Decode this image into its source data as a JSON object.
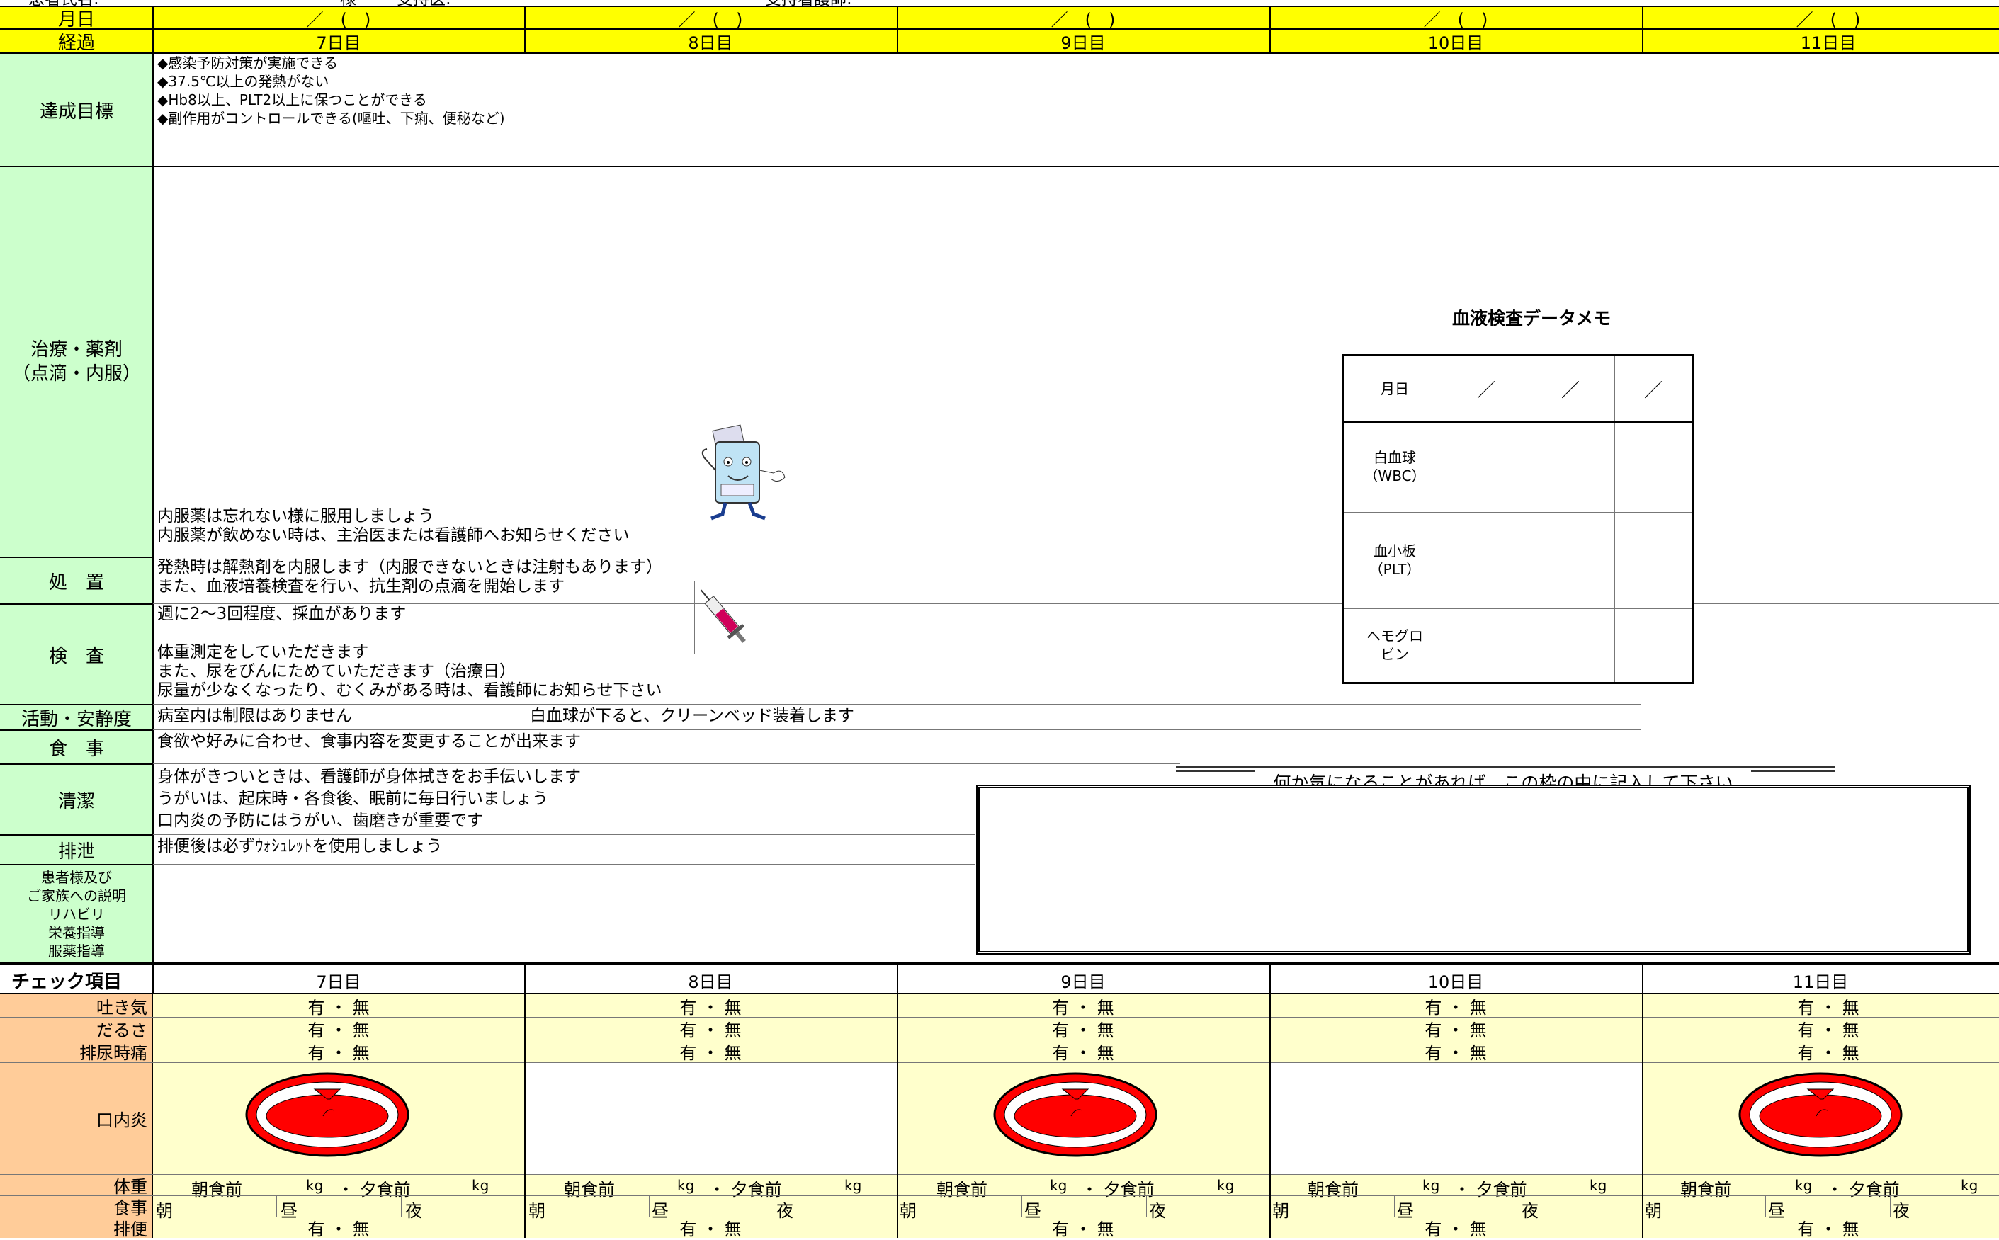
{
  "header": {
    "top_labels": [
      "患者氏名:",
      "様",
      "受持医:",
      "受持看護師:"
    ],
    "date_label": "月日",
    "elapsed_label": "経過",
    "dates": [
      "／　(　)",
      "／　(　)",
      "／　(　)",
      "／　(　)",
      "／　(　)"
    ],
    "days": [
      "7日目",
      "8日目",
      "9日目",
      "10日目",
      "11日目"
    ]
  },
  "rows": {
    "goals": "達成目標",
    "treatment": "治療・薬剤\n（点滴・内服）",
    "procedure": "処　置",
    "exam": "検　査",
    "activity": "活動・安静度",
    "meal": "食　事",
    "hygiene": "清潔",
    "excretion": "排泄",
    "education": "患者様及び\nご家族への説明\nリハビリ\n栄養指導\n服薬指導"
  },
  "goals_text": [
    "◆感染予防対策が実施できる",
    "◆37.5℃以上の発熱がない",
    "◆Hb8以上、PLT2以上に保つことができる",
    "◆副作用がコントロールできる(嘔吐、下痢、便秘など)"
  ],
  "treatment_text": [
    "内服薬は忘れない様に服用しましょう",
    "内服薬が飲めない時は、主治医または看護師へお知らせください"
  ],
  "procedure_text": [
    "発熱時は解熱剤を内服します（内服できないときは注射もあります）",
    "また、血液培養検査を行い、抗生剤の点滴を開始します"
  ],
  "exam_text": [
    "週に2～3回程度、採血があります",
    "体重測定をしていただきます",
    "また、尿をびんにためていただきます（治療日）",
    "尿量が少なくなったり、むくみがある時は、看護師にお知らせ下さい"
  ],
  "activity_text": [
    "病室内は制限はありません",
    "白血球が下ると、クリーンベッド装着します"
  ],
  "meal_text": "食欲や好みに合わせ、食事内容を変更することが出来ます",
  "hygiene_text": [
    "身体がきついときは、看護師が身体拭きをお手伝いします",
    "うがいは、起床時・各食後、眠前に毎日行いましょう",
    "口内炎の予防にはうがい、歯磨きが重要です"
  ],
  "excretion_text": "排便後は必ずｳｫｼｭﾚｯﾄを使用しましょう",
  "blood_memo": {
    "title": "血液検査データメモ",
    "header_label": "月日",
    "date_marks": [
      "／",
      "／",
      "／"
    ],
    "row_labels": [
      "白血球\n（WBC）",
      "血小板\n（PLT）",
      "ヘモグロ\nビン"
    ]
  },
  "note_box": {
    "title": "何か気になることがあれば、この枠の中に記入して下さい"
  },
  "check": {
    "title": "チェック項目",
    "items": [
      "吐き気",
      "だるさ",
      "排尿時痛"
    ],
    "yes_no": "有 ・ 無",
    "stomatitis": "口内炎",
    "weight": "体重",
    "weight_text": [
      "朝食前",
      "kg",
      "・ 夕食前",
      "kg"
    ],
    "meal": "食事",
    "meal_slots": [
      "朝",
      "昼",
      "夜"
    ],
    "bowel": "排便"
  },
  "colors": {
    "header_yellow": "#ffff00",
    "label_green": "#ccffcc",
    "check_peach": "#ffcc99",
    "check_cream": "#ffffcc",
    "mouth_red": "#ff0000"
  }
}
